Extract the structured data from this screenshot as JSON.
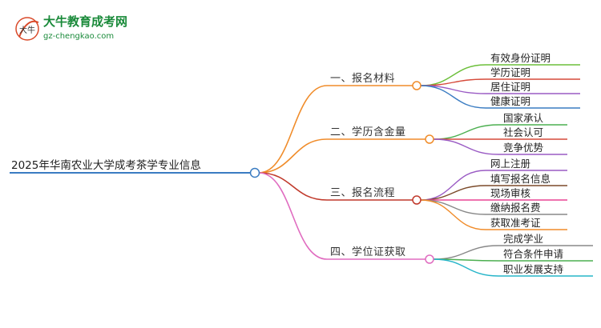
{
  "logo": {
    "name": "大牛教育成考网",
    "url": "gz-chengkao.com",
    "mark_text": "大牛"
  },
  "root": {
    "label": "2025年华南农业大学成考茶学专业信息",
    "line_color": "#3a7cc2"
  },
  "branches": [
    {
      "label": "一、报名材料",
      "color": "#f08c2a",
      "children": [
        {
          "label": "有效身份证明",
          "color": "#6cbf3a"
        },
        {
          "label": "学历证明",
          "color": "#d64a3a"
        },
        {
          "label": "居住证明",
          "color": "#9a5bc4"
        },
        {
          "label": "健康证明",
          "color": "#3a7cc2"
        }
      ]
    },
    {
      "label": "二、学历含金量",
      "color": "#f08c2a",
      "children": [
        {
          "label": "国家承认",
          "color": "#4caf50"
        },
        {
          "label": "社会认可",
          "color": "#d64a3a"
        },
        {
          "label": "竞争优势",
          "color": "#9a5bc4"
        }
      ]
    },
    {
      "label": "三、报名流程",
      "color": "#c0392b",
      "children": [
        {
          "label": "网上注册",
          "color": "#9a5bc4"
        },
        {
          "label": "填写报名信息",
          "color": "#7b4a2a"
        },
        {
          "label": "现场审核",
          "color": "#e84393"
        },
        {
          "label": "缴纳报名费",
          "color": "#888888"
        },
        {
          "label": "获取准考证",
          "color": "#f08c2a"
        }
      ]
    },
    {
      "label": "四、学位证获取",
      "color": "#e06cc0",
      "children": [
        {
          "label": "完成学业",
          "color": "#888888"
        },
        {
          "label": "符合条件申请",
          "color": "#4caf50"
        },
        {
          "label": "职业发展支持",
          "color": "#26b5c9"
        }
      ]
    }
  ]
}
